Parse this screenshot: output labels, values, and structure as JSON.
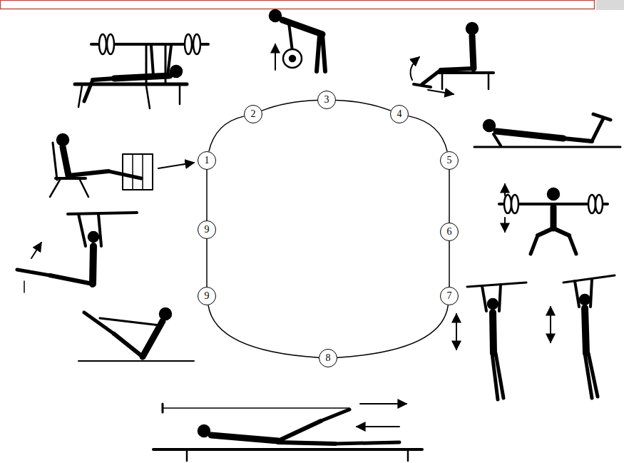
{
  "diagram": {
    "nodes": [
      {
        "text": [
          "1"
        ]
      },
      {
        "text": [
          "2"
        ]
      },
      {
        "text": [
          "3"
        ]
      },
      {
        "text": [
          "4"
        ]
      },
      {
        "text": [
          "5"
        ]
      },
      {
        "text": [
          "6"
        ]
      },
      {
        "text": [
          "7"
        ]
      },
      {
        "text": [
          "8"
        ]
      },
      {
        "text": [
          "9"
        ]
      },
      {
        "text": [
          "9"
        ]
      }
    ],
    "edges": [
      {
        "from": 0,
        "to": 1,
        "arrow": "none"
      },
      {
        "from": 1,
        "to": 2,
        "arrow": "none"
      },
      {
        "from": 2,
        "to": 3,
        "arrow": "none"
      },
      {
        "from": 3,
        "to": 4,
        "arrow": "none"
      },
      {
        "from": 4,
        "to": 5,
        "arrow": "none"
      },
      {
        "from": 5,
        "to": 6,
        "arrow": "none"
      },
      {
        "from": 6,
        "to": 7,
        "arrow": "none"
      },
      {
        "from": 7,
        "to": 8,
        "arrow": "none"
      },
      {
        "from": 8,
        "to": 9,
        "arrow": "none"
      },
      {
        "from": 9,
        "to": 0,
        "arrow": "none"
      }
    ]
  }
}
